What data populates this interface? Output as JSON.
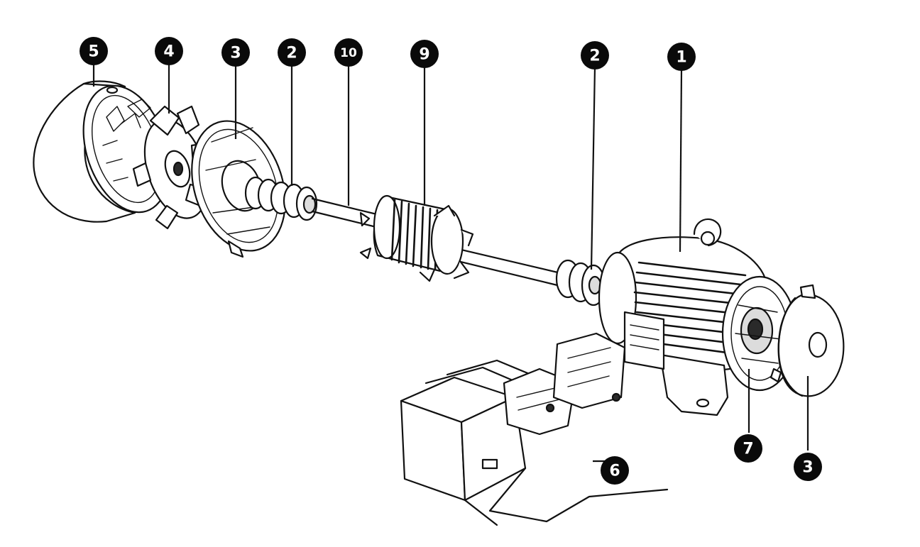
{
  "labels": [
    {
      "id": "5",
      "text": "5"
    },
    {
      "id": "4",
      "text": "4"
    },
    {
      "id": "3a",
      "text": "3"
    },
    {
      "id": "2a",
      "text": "2"
    },
    {
      "id": "10",
      "text": "10"
    },
    {
      "id": "9",
      "text": "9"
    },
    {
      "id": "2b",
      "text": "2"
    },
    {
      "id": "1",
      "text": "1"
    },
    {
      "id": "7",
      "text": "7"
    },
    {
      "id": "3b",
      "text": "3"
    },
    {
      "id": "6",
      "text": "6"
    }
  ]
}
